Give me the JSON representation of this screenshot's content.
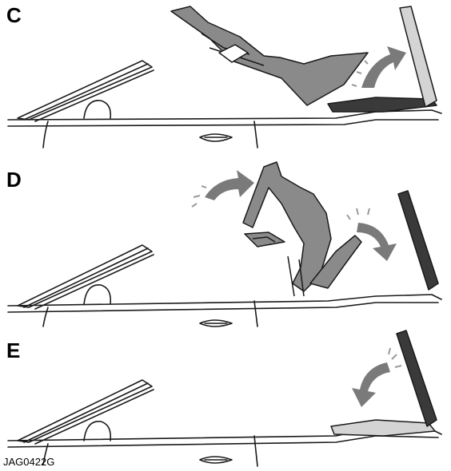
{
  "panels": [
    {
      "label": "C"
    },
    {
      "label": "D"
    },
    {
      "label": "E"
    }
  ],
  "reference_code": "JAG0422G",
  "colors": {
    "outline": "#1a1a1a",
    "roof_mid_grey": "#8a8a8a",
    "roof_dark": "#3a3a3a",
    "tonneau_light": "#d4d4d4",
    "arrow_grey": "#7a7a7a"
  }
}
